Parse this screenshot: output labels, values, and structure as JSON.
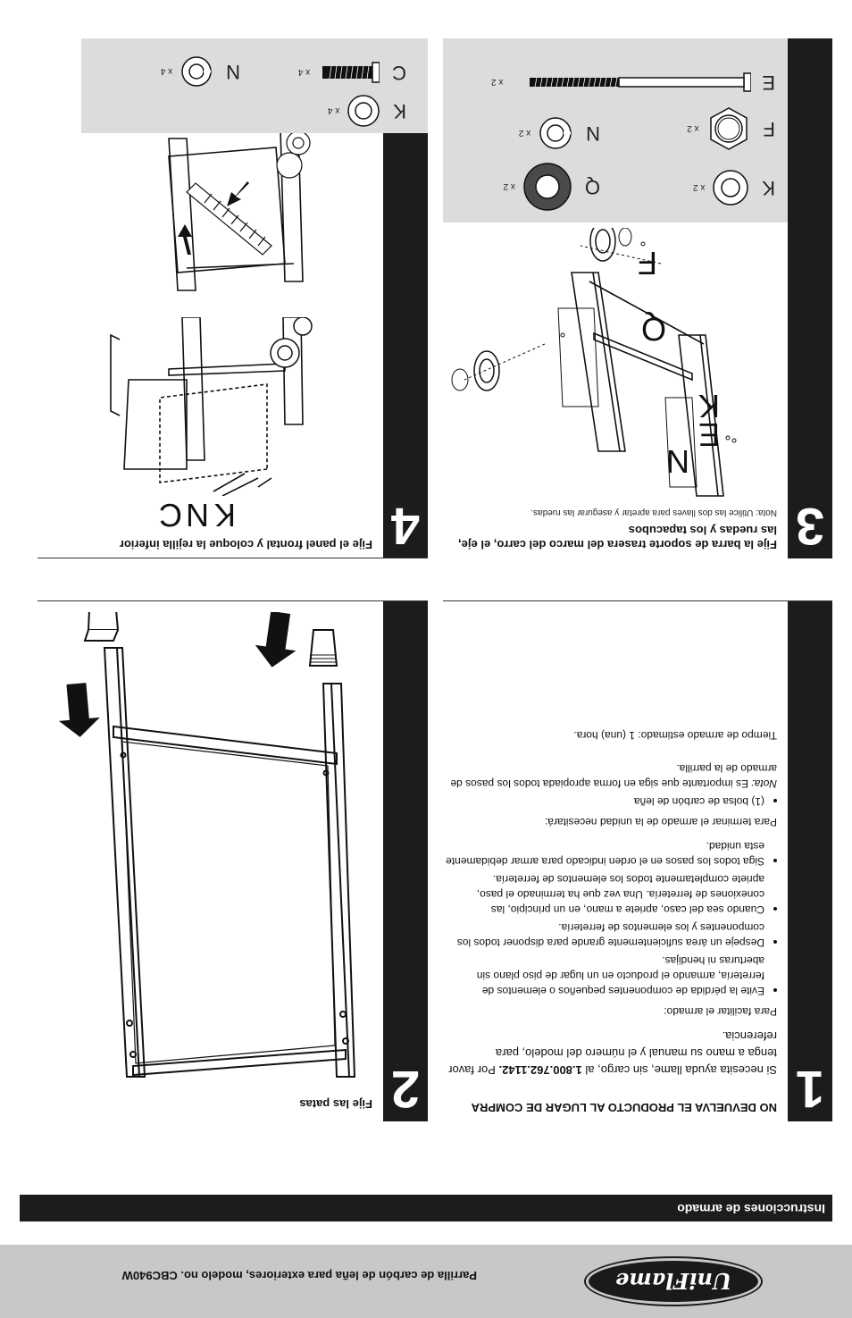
{
  "header": {
    "logo_text": "UniFlame",
    "product_title": "Parrilla de carbón de leña para exteriores, modelo no. CBC940W"
  },
  "section": {
    "title": "Instrucciones de armado"
  },
  "step1": {
    "number": "1",
    "title": "NO DEVUELVA EL PRODUCTO AL LUGAR DE COMPRA",
    "help_prefix": "Si necesita ayuda llame, sin cargo, al ",
    "phone": "1.800.762.1142.",
    "help_suffix": " Por favor tenga a mano su manual y el número del modelo, para referencia.",
    "ease_heading": "Para facilitar el armado:",
    "tips": [
      "Evite la pérdida de componentes pequeños o elementos de ferretería, armando el producto en un lugar de piso plano sin aberturas ni hendijas.",
      "Despeje un área suficientemente grande para disponer todos los componentes y los elementos de ferretería.",
      "Cuando sea del caso, apriete a mano, en un principio, las conexiones de ferretería. Una vez que ha terminado el paso, apriete completamente todos los elementos de ferretería.",
      "Siga todos los pasos en el orden indicado para armar debidamente esta unidad."
    ],
    "need_heading": "Para terminar el armado de la unidad necesitará:",
    "needs": [
      "(1) bolsa de carbón de leña"
    ],
    "note_label": "Nota:",
    "note_text": " Es importante que siga en forma apropiada todos los pasos de armado de la parrilla.",
    "time": "Tiempo de armado estimado: 1 (una) hora."
  },
  "step2": {
    "number": "2",
    "title": "Fije las patas"
  },
  "step3": {
    "number": "3",
    "title": "Fije la barra de soporte trasera del marco del carro, el eje, las ruedas y los tapacubos",
    "note": "Nota: Utilice las dos llaves para apretar y asegurar las ruedas.",
    "callouts": {
      "e": "E",
      "k": "K",
      "n": "N",
      "q": "Q",
      "f": "F"
    },
    "hardware": [
      {
        "letter": "E",
        "qty": "x 2"
      },
      {
        "letter": "F",
        "qty": "x 2"
      },
      {
        "letter": "K",
        "qty": "x 2"
      },
      {
        "letter": "N",
        "qty": "x 2"
      },
      {
        "letter": "Q",
        "qty": "x 2"
      }
    ]
  },
  "step4": {
    "number": "4",
    "title": "Fije el panel frontal y coloque la rejilla inferior",
    "callouts": {
      "k": "K",
      "n": "N",
      "c": "C"
    },
    "hardware": [
      {
        "letter": "C",
        "qty": "x 4"
      },
      {
        "letter": "K",
        "qty": "x 4"
      },
      {
        "letter": "N",
        "qty": "x 4"
      }
    ]
  }
}
